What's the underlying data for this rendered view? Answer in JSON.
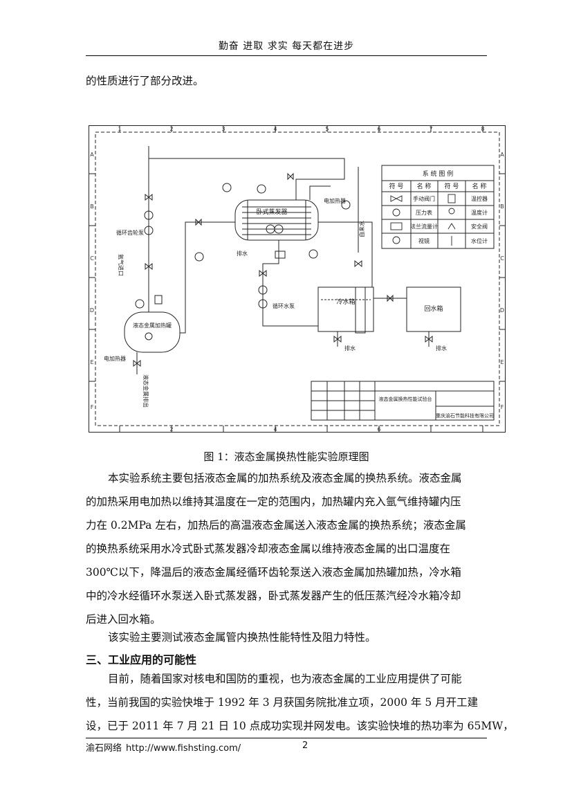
{
  "header": {
    "text": "勤奋 进取 求实 每天都在进步"
  },
  "intro_line": "的性质进行了部分改进。",
  "figure": {
    "legend_title": "系 统 图 例",
    "legend_headers": [
      "符 号",
      "名 称",
      "符 号",
      "名 称"
    ],
    "legend_rows": [
      [
        "手动阀门",
        "温控器"
      ],
      [
        "压力表",
        "温度计"
      ],
      [
        "法兰流量计",
        "安全阀"
      ],
      [
        "视镜",
        "水位计"
      ]
    ],
    "labels": {
      "evaporator": "卧式蒸发器",
      "heater_tank": "液态金属加热罐",
      "cold_tank": "冷水箱",
      "return_tank": "回水箱",
      "circ_pump_metal": "循环齿轮泵",
      "circ_pump_water": "循环水泵",
      "argon_inlet": "氩气进口",
      "electric_heater": "电加热器",
      "electric_heater2": "电加热器",
      "drain1": "排水",
      "drain2": "排水",
      "drain3": "排水",
      "tap_water": "自来水",
      "metal_outlet": "液态金属排出"
    },
    "title_block": {
      "title": "液态金属换热性能试验台",
      "company": "重庆渝石节能科技有限公司"
    }
  },
  "caption": "图 1：液态金属换热性能实验原理图",
  "para1_lines": [
    "本实验系统主要包括液态金属的加热系统及液态金属的换热系统。液态金属",
    "的加热采用电加热以维持其温度在一定的范围内，加热罐内充入氩气维持罐内压",
    "力在 0.2MPa 左右，加热后的高温液态金属送入液态金属的换热系统；液态金属",
    "的换热系统采用水冷式卧式蒸发器冷却液态金属以维持液态金属的出口温度在",
    "300℃以下，降温后的液态金属经循环齿轮泵送入液态金属加热罐加热，冷水箱",
    "中的冷水经循环水泵送入卧式蒸发器，卧式蒸发器产生的低压蒸汽经冷水箱冷却",
    "后进入回水箱。"
  ],
  "para2": "该实验主要测试液态金属管内换热性能特性及阻力特性。",
  "section_heading": "三、工业应用的可能性",
  "para3_lines": [
    "目前，随着国家对核电和国防的重视，也为液态金属的工业应用提供了可能",
    "性，当前我国的实验快堆于 1992 年 3 月获国务院批准立项，2000 年 5 月开工建",
    "设，已于 2011 年 7 月 21 日 10 点成功实现并网发电。该实验快堆的热功率为 65MW，"
  ],
  "footer": {
    "company": "渝石网络",
    "url": "http://www.fishsting.com/",
    "page": "2"
  }
}
